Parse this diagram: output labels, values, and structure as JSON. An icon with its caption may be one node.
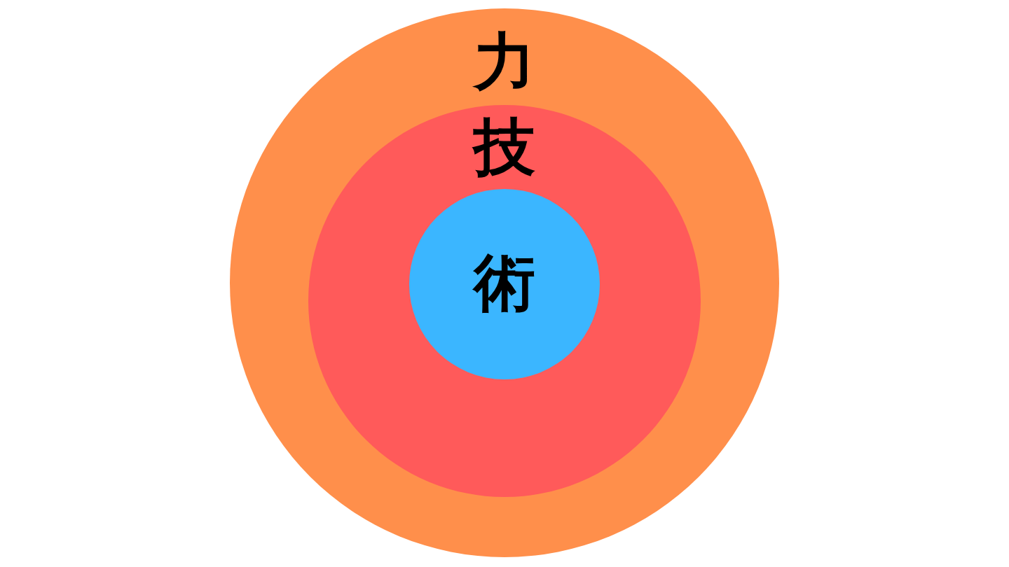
{
  "diagram": {
    "nodes": [
      {
        "text": [
          "力"
        ]
      },
      {
        "text": [
          "技"
        ],
        "in": 0
      },
      {
        "text": [
          "術"
        ],
        "in": 1
      }
    ]
  }
}
